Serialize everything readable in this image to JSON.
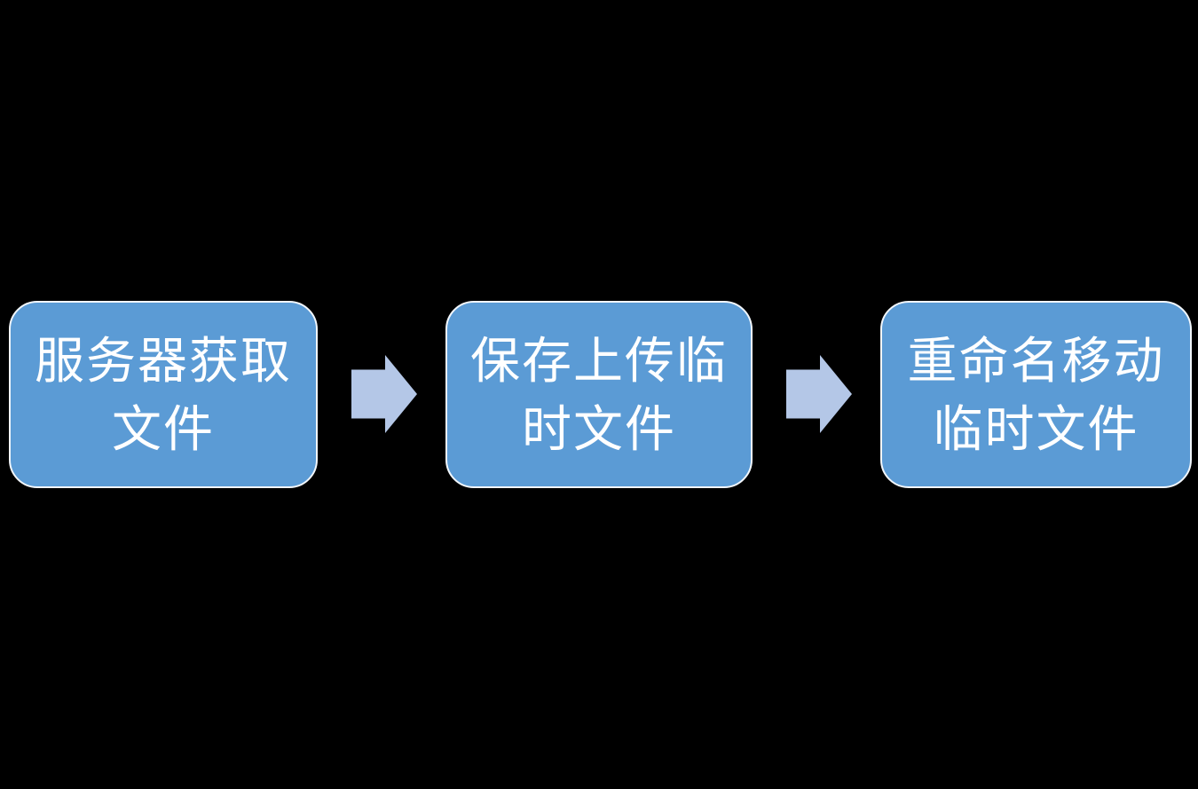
{
  "diagram": {
    "type": "process-flow",
    "direction": "left-to-right",
    "nodes": [
      {
        "id": "step-1",
        "label": "服务器获取文件",
        "line1": "服务器获取",
        "line2": "文件"
      },
      {
        "id": "step-2",
        "label": "保存上传临时文件",
        "line1": "保存上传临",
        "line2": "时文件"
      },
      {
        "id": "step-3",
        "label": "重命名移动临时文件",
        "line1": "重命名移动",
        "line2": "临时文件"
      }
    ],
    "connectors": [
      {
        "from": "step-1",
        "to": "step-2",
        "shape": "right-block-arrow"
      },
      {
        "from": "step-2",
        "to": "step-3",
        "shape": "right-block-arrow"
      }
    ]
  },
  "colors": {
    "background": "#000000",
    "node_fill": "#5B9BD5",
    "node_border": "#F2F7FC",
    "node_text": "#FFFFFF",
    "arrow_fill": "#B4C7E7"
  }
}
